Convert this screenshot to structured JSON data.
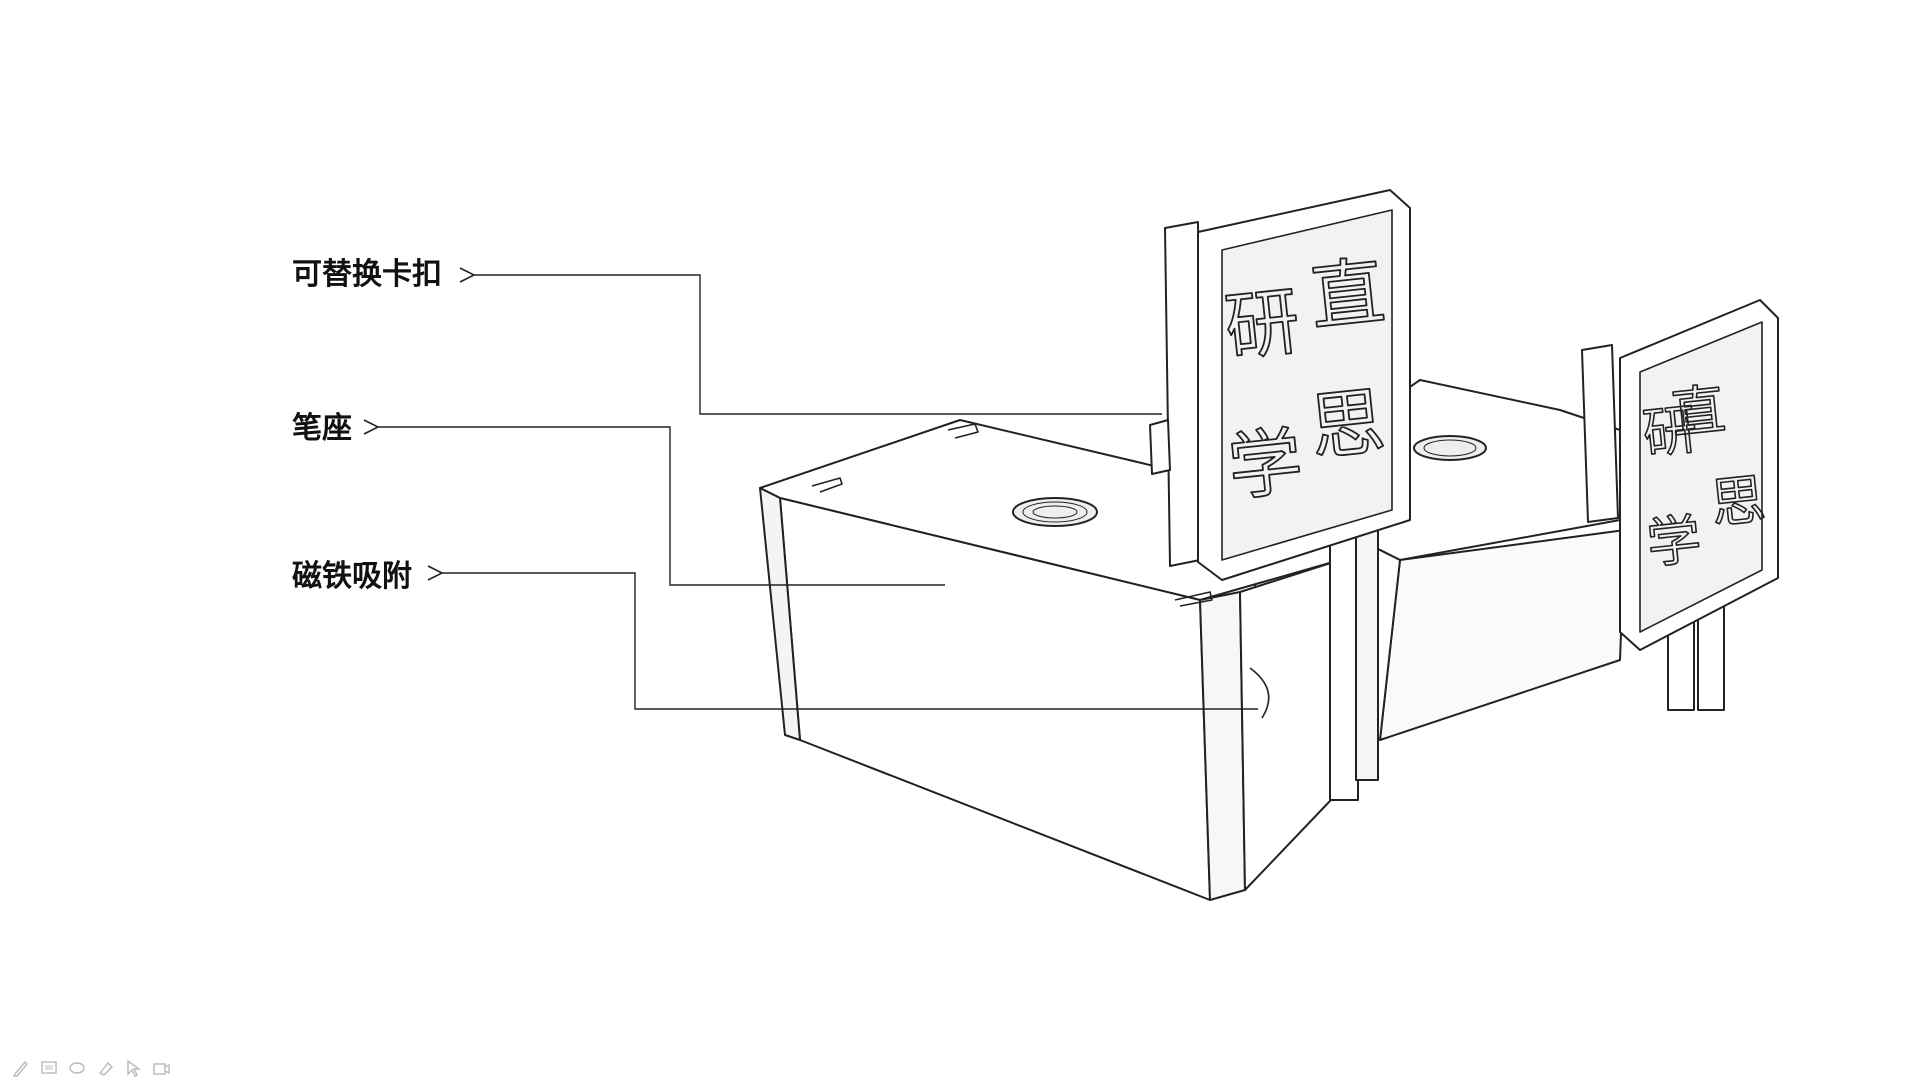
{
  "callouts": {
    "clip": "可替换卡扣",
    "pen_holder": "笔座",
    "magnet": "磁铁吸附"
  },
  "seal_characters": [
    "直",
    "思",
    "研",
    "学"
  ],
  "colors": {
    "line": "#222222",
    "paper": "#ffffff",
    "seal_face": "#f2f2f2",
    "shade": "#e6e6e6"
  },
  "toolbar_icons": [
    "pen-icon",
    "screen-icon",
    "eraser-icon",
    "highlighter-icon",
    "pointer-icon",
    "camera-icon"
  ]
}
